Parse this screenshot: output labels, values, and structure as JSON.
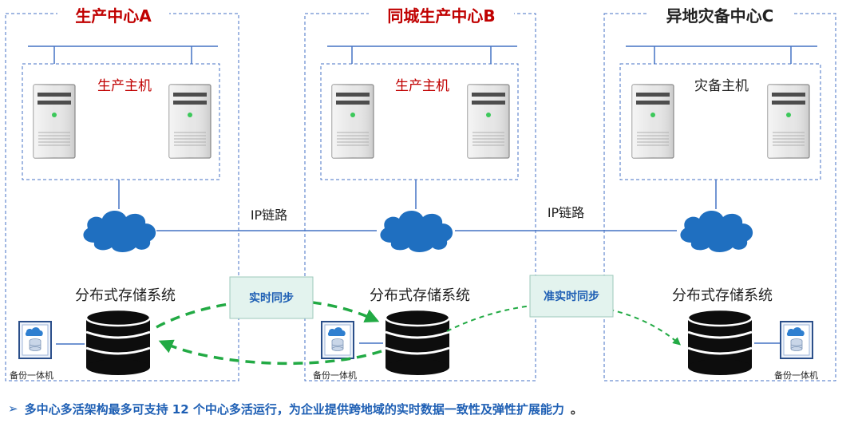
{
  "centers": [
    {
      "title": "生产中心A",
      "host_label": "生产主机",
      "storage_label": "分布式存储系统",
      "backup_label": "备份一体机"
    },
    {
      "title": "同城生产中心B",
      "host_label": "生产主机",
      "storage_label": "分布式存储系统",
      "backup_label": "备份一体机"
    },
    {
      "title": "异地灾备中心C",
      "host_label": "灾备主机",
      "storage_label": "分布式存储系统",
      "backup_label": "备份一体机"
    }
  ],
  "links": [
    {
      "label": "IP链路"
    },
    {
      "label": "IP链路"
    }
  ],
  "sync": [
    {
      "label": "实时同步"
    },
    {
      "label": "准实时同步"
    }
  ],
  "footer": {
    "text": "多中心多活架构最多可支持 12 个中心多活运行，为企业提供跨地域的实时数据一致性及弹性扩展能力",
    "tail": "。"
  },
  "colors": {
    "title_red": "#c00000",
    "title_dark": "#222222",
    "line_blue": "#4472c4",
    "cloud_blue": "#1f6fc0",
    "sync_green": "#22aa44",
    "footer_blue": "#1e5fb4"
  }
}
